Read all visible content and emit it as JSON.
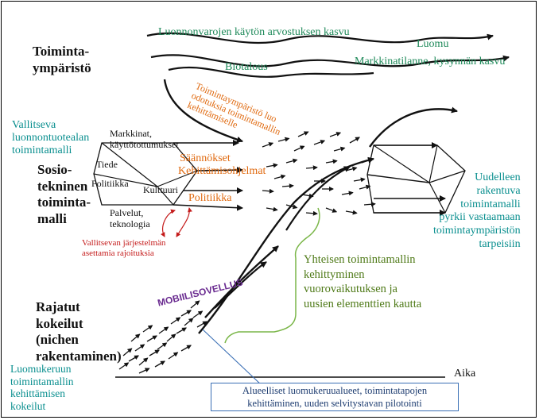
{
  "labels": {
    "trend_resource": "Luonnonvarojen käytön arvostuksen kasvu",
    "trend_organic": "Luomu",
    "trend_market": "Markkinatilanne, kysynnän kasvu",
    "trend_bioeconomy": "Biotalous",
    "environment_heading": "Toiminta-\nympäristö",
    "env_expectations": "Toimintaympäristö luo\nodotuksia toimintamallin\nkehittämiselle",
    "current_model": "Vallitseva\nluonnontuotealan\ntoimintamalli",
    "sociotech_heading": "Sosio-\ntekninen\ntoiminta-\nmalli",
    "elem_markets": "Markkinat,\nkäyttötottumukset",
    "elem_science": "Tiede",
    "elem_politics": "Politiikka",
    "elem_culture": "Kulttuuri",
    "elem_services": "Palvelut,\nteknologia",
    "elem_regulations": "Säännökset",
    "elem_dev_programs": "Kehittämisohjelmat",
    "elem_politics_orange": "Politiikka",
    "constraints": "Vallitsevan järjestelmän\nasettamia rajoituksia",
    "rebuilt_model": "Uudelleen\nrakentuva\ntoimintamalli\npyrkii vastaamaan\ntoimintaympäristön\ntarpeisiin",
    "shared_model": "Yhteisen toimintamallin\nkehittyminen\nvuorovaikutuksen ja\nuusien elementtien kautta",
    "mobile_app": "MOBIILISOVELLUS",
    "limited_trials_heading": "Rajatut\nkokeilut\n(nichen\nrakentaminen)",
    "organic_trials": "Luomukeruun\ntoimintamallin\nkehittämisen\nkokeilut",
    "time_axis": "Aika",
    "regional_box": "Alueelliset luomukeruualueet, toimintatapojen\nkehittäminen, uuden selvitystavan pilotointi"
  },
  "colors": {
    "trend_text": "#1f8a5a",
    "model_text": "#0a8f8f",
    "orange_text": "#e06a10",
    "constraint_text": "#c41a1a",
    "shared_text": "#4f7a18",
    "mobile_text": "#6a2b90",
    "box_border": "#3a6fb5",
    "brace": "#7ab648"
  },
  "icons": {
    "small_arrows": "arrow-icon",
    "constraint_arrows": "double-headed-arrow-icon"
  }
}
